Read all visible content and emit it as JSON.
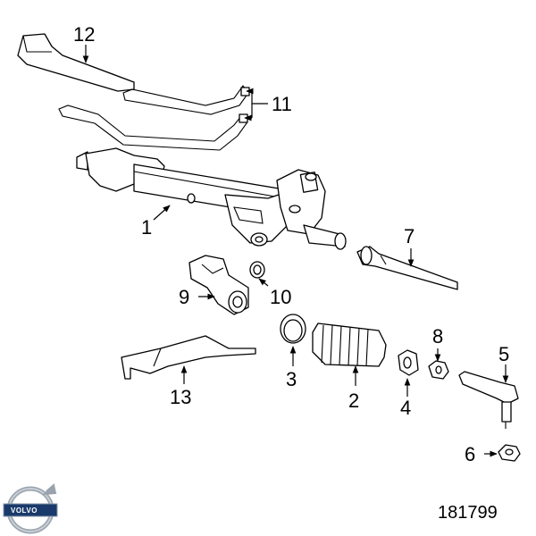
{
  "callouts": {
    "c1": "1",
    "c2": "2",
    "c3": "3",
    "c4": "4",
    "c5": "5",
    "c6": "6",
    "c7": "7",
    "c8": "8",
    "c9": "9",
    "c10": "10",
    "c11": "11",
    "c12": "12",
    "c13": "13"
  },
  "part_number": "181799",
  "logo": {
    "text": "VOLVO",
    "brand_color": "#1a3a6b"
  }
}
